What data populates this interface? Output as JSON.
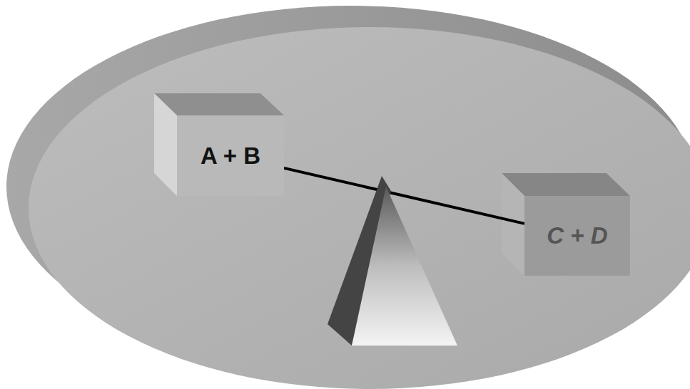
{
  "diagram": {
    "nodes": [
      {
        "text": [
          "A + B"
        ]
      },
      {
        "text": [
          "C + D"
        ]
      }
    ],
    "edges": [
      {
        "from": 0,
        "to": 1,
        "arrow": "none"
      }
    ]
  }
}
